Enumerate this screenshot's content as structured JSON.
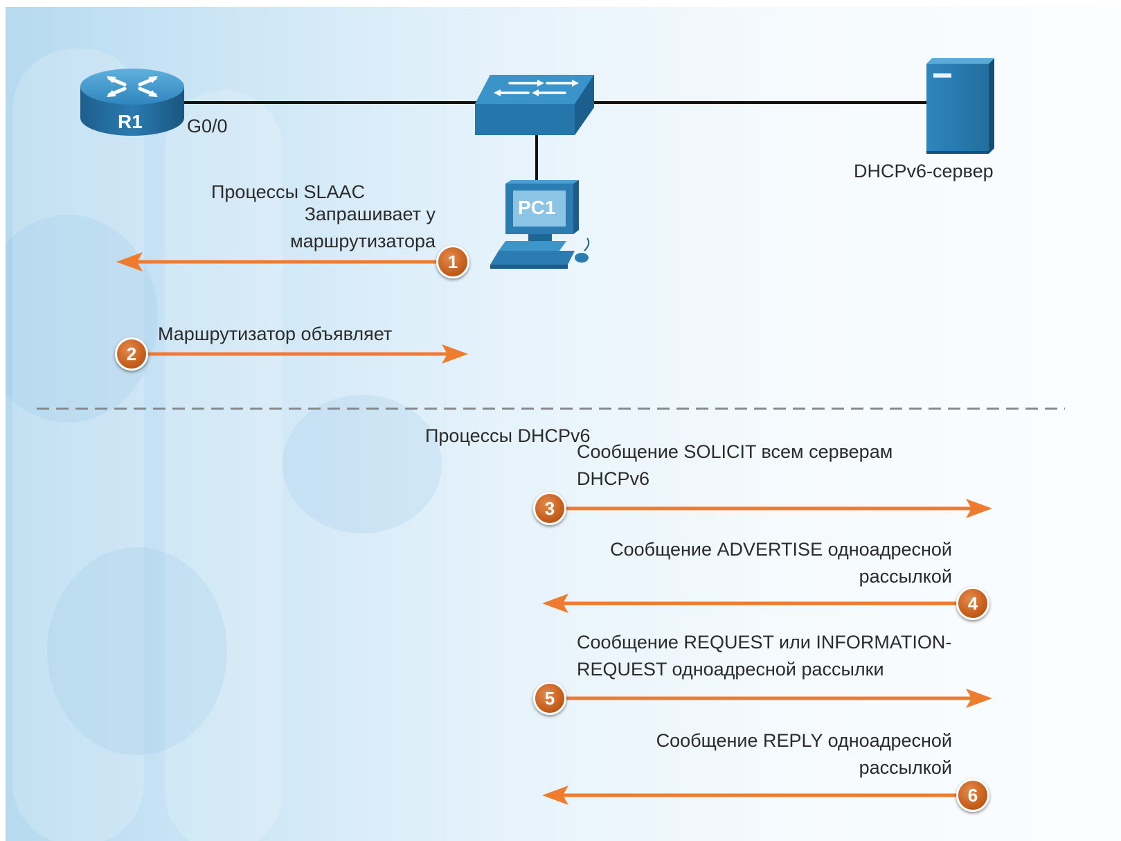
{
  "devices": {
    "router": {
      "name": "R1",
      "interface": "G0/0"
    },
    "pc": {
      "name": "PC1"
    },
    "server": {
      "label": "DHCPv6-сервер"
    }
  },
  "sections": {
    "slaac": "Процессы SLAAC",
    "dhcpv6": "Процессы DHCPv6"
  },
  "steps": [
    {
      "number": "1",
      "lines": [
        "Запрашивает у",
        "маршрутизатора"
      ],
      "direction": "left"
    },
    {
      "number": "2",
      "lines": [
        "Маршрутизатор объявляет"
      ],
      "direction": "right"
    },
    {
      "number": "3",
      "lines": [
        "Сообщение SOLICIT всем серверам",
        "DHCPv6"
      ],
      "direction": "right"
    },
    {
      "number": "4",
      "lines": [
        "Сообщение ADVERTISE одноадресной",
        "рассылкой"
      ],
      "direction": "left"
    },
    {
      "number": "5",
      "lines": [
        "Сообщение REQUEST или INFORMATION-",
        "REQUEST одноадресной рассылки"
      ],
      "direction": "right"
    },
    {
      "number": "6",
      "lines": [
        "Сообщение REPLY одноадресной",
        "рассылкой"
      ],
      "direction": "left"
    }
  ],
  "colors": {
    "arrow": "#ef7b2e",
    "device": "#2a7bb0",
    "device_dark": "#165a86",
    "link": "#111111",
    "divider": "#8a8a8a"
  }
}
